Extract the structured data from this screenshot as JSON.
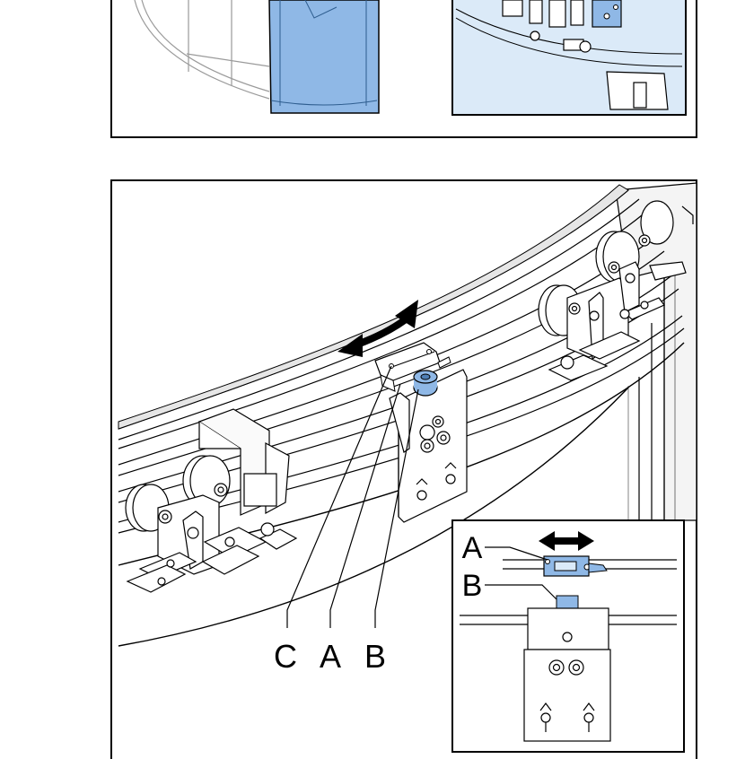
{
  "colors": {
    "blue_part": "#8fb8e6",
    "blue_inset_bg": "#dbeaf8",
    "line": "#000000",
    "frame_grey": "#d8d8d8"
  },
  "callouts": {
    "main": {
      "c": "C",
      "a": "A",
      "b": "B"
    },
    "inset": {
      "a": "A",
      "b": "B"
    }
  },
  "icons": {
    "adjust_arrow": "curved-double-arrow-icon",
    "inset_arrow": "horizontal-double-arrow-icon"
  }
}
